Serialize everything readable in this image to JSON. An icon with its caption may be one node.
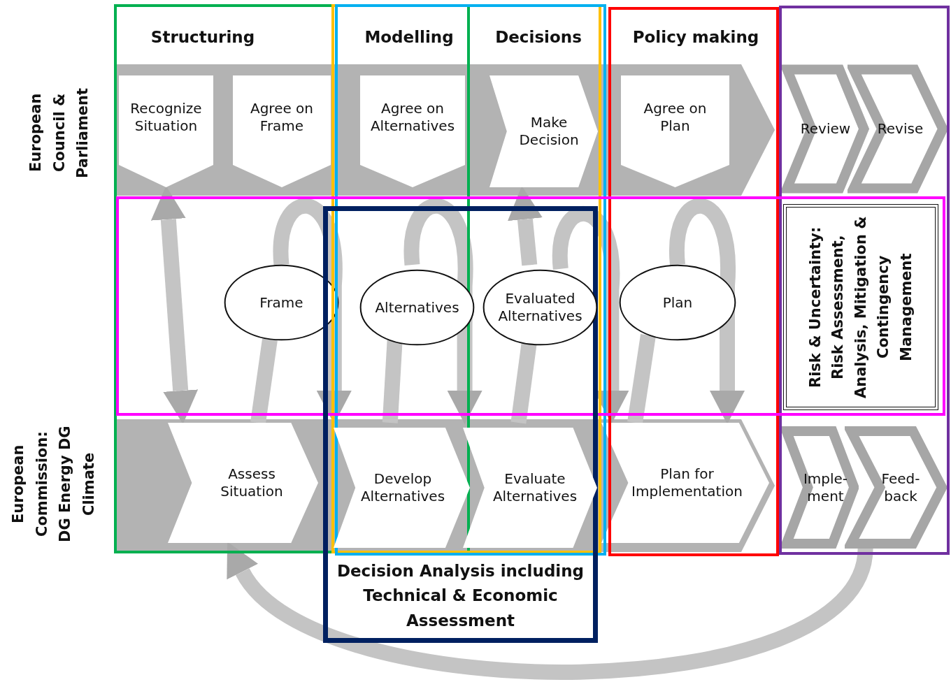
{
  "diagram": {
    "nodes": [
      {
        "text": [
          "Recognize Situation"
        ]
      },
      {
        "text": [
          "Agree on Frame"
        ]
      },
      {
        "text": [
          "Agree on Alternatives"
        ]
      },
      {
        "text": [
          "Make Decision"
        ]
      },
      {
        "text": [
          "Agree on Plan"
        ]
      },
      {
        "text": [
          "Review"
        ]
      },
      {
        "text": [
          "Revise"
        ]
      },
      {
        "text": [
          "Frame"
        ]
      },
      {
        "text": [
          "Decision Analysis including Technical & Economic Assessment"
        ]
      },
      {
        "text": [
          "Alternatives"
        ],
        "in": 8
      },
      {
        "text": [
          "Evaluated Alternatives"
        ],
        "in": 8
      },
      {
        "text": [
          "Plan"
        ]
      },
      {
        "text": [
          "Risk & Uncertainty: Risk Assessment, Analysis, Mitigation & Contingency Management"
        ]
      },
      {
        "text": [
          "Assess Situation"
        ]
      },
      {
        "text": [
          "Develop Alternatives"
        ],
        "in": 8
      },
      {
        "text": [
          "Evaluate Alternatives"
        ],
        "in": 8
      },
      {
        "text": [
          "Plan for Implementation"
        ]
      },
      {
        "text": [
          "Imple- ment"
        ]
      },
      {
        "text": [
          "Feed- back"
        ]
      }
    ],
    "edges": [
      {
        "from": 0,
        "to": 13,
        "arrow": "both"
      },
      {
        "from": 13,
        "to": 7,
        "arrow": "none"
      },
      {
        "from": 7,
        "to": 14,
        "arrow": "to"
      },
      {
        "from": 14,
        "to": 9,
        "arrow": "none"
      },
      {
        "from": 9,
        "to": 15,
        "arrow": "to"
      },
      {
        "from": 15,
        "to": 10,
        "arrow": "none"
      },
      {
        "from": 10,
        "to": 3,
        "arrow": "to"
      },
      {
        "from": 10,
        "to": 16,
        "arrow": "to"
      },
      {
        "from": 16,
        "to": 11,
        "arrow": "none"
      },
      {
        "from": 11,
        "to": 16,
        "arrow": "to"
      },
      {
        "from": 18,
        "to": 13,
        "arrow": "to"
      }
    ],
    "labels": [
      "Structuring",
      "Modelling",
      "Decisions",
      "Policy making",
      "European Council & Parliament",
      "European Commission: DG Energy DG Climate"
    ]
  }
}
